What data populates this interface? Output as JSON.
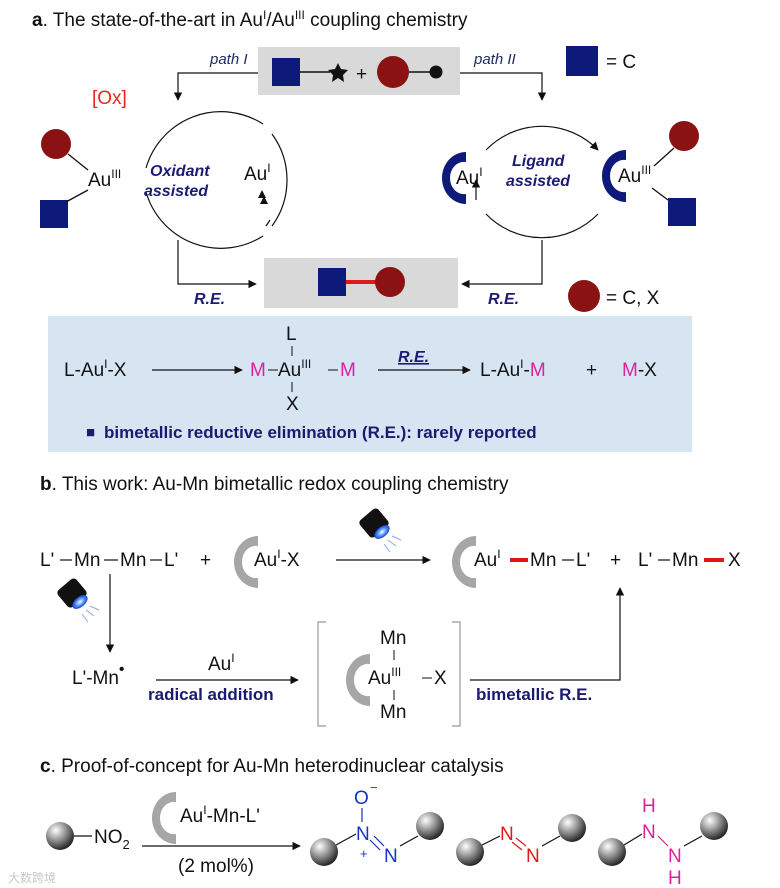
{
  "colors": {
    "navy": "#0d1a7a",
    "maroon": "#8a1212",
    "magenta": "#e0209a",
    "red_bond": "#e01818",
    "gray_box": "#d9d9d9",
    "blue_panel": "#d7e5f3",
    "gray_ligand": "#a6a6a6",
    "ox_red": "#e8261e"
  },
  "section_a": {
    "letter": "a",
    "title_pre": ". The state-of-the-art in Au",
    "title_sup1": "I",
    "title_mid": "/Au",
    "title_sup2": "III",
    "title_post": " coupling chemistry",
    "path1": "path I",
    "path2": "path II",
    "legend_square": "= C",
    "legend_circle": "= C, X",
    "plus": "+",
    "ox": "[Ox]",
    "au": "Au",
    "sup_I": "I",
    "sup_III": "III",
    "oxidant_1": "Oxidant",
    "oxidant_2": "assisted",
    "ligand_1": "Ligand",
    "ligand_2": "assisted",
    "re_left": "R.E.",
    "re_right": "R.E.",
    "panel": {
      "reactant_pre": "L-Au",
      "reactant_post": "-X",
      "L_top": "L",
      "X_bottom": "X",
      "M": "M",
      "re": "R.E.",
      "product_pre": "L-Au",
      "product_post": "-",
      "plus": "+",
      "mx": "-X",
      "bullet": "■",
      "note": "bimetallic reductive elimination (R.E.): rarely reported"
    }
  },
  "section_b": {
    "letter": "b",
    "title": ". This work: Au-Mn bimetallic redox coupling chemistry",
    "dimer_L1": "L'",
    "dimer_Mn1": "Mn",
    "dimer_Mn2": "Mn",
    "dimer_L2": "L'",
    "plus": "+",
    "au": "Au",
    "sup_I": "I",
    "sup_III": "III",
    "x_suffix": "-X",
    "product_mn": "Mn",
    "product_L": "L'",
    "byproduct_L": "L'",
    "byproduct_mn": "Mn",
    "x": "X",
    "radical": "L'-Mn",
    "radical_dot": "•",
    "au_label": "Au",
    "radical_addition": "radical addition",
    "intermediate_mn_top": "Mn",
    "intermediate_mn_bottom": "Mn",
    "intermediate_x": "X",
    "bimetallic_re": "bimetallic R.E."
  },
  "section_c": {
    "letter": "c",
    "title": ". Proof-of-concept for Au-Mn heterodinuclear catalysis",
    "no2": "NO",
    "no2_sub": "2",
    "catalyst_pre": "Au",
    "catalyst_post": "-Mn-L'",
    "sup_I": "I",
    "loading": "(2 mol%)",
    "azoxy_O": "O",
    "azoxy_minus": "−",
    "azoxy_N1": "N",
    "azoxy_plus": "+",
    "azoxy_N2": "N",
    "azo_N1": "N",
    "azo_N2": "N",
    "hydrazo_H1": "H",
    "hydrazo_N1": "N",
    "hydrazo_N2": "N",
    "hydrazo_H2": "H"
  },
  "watermark": "大数跨境"
}
